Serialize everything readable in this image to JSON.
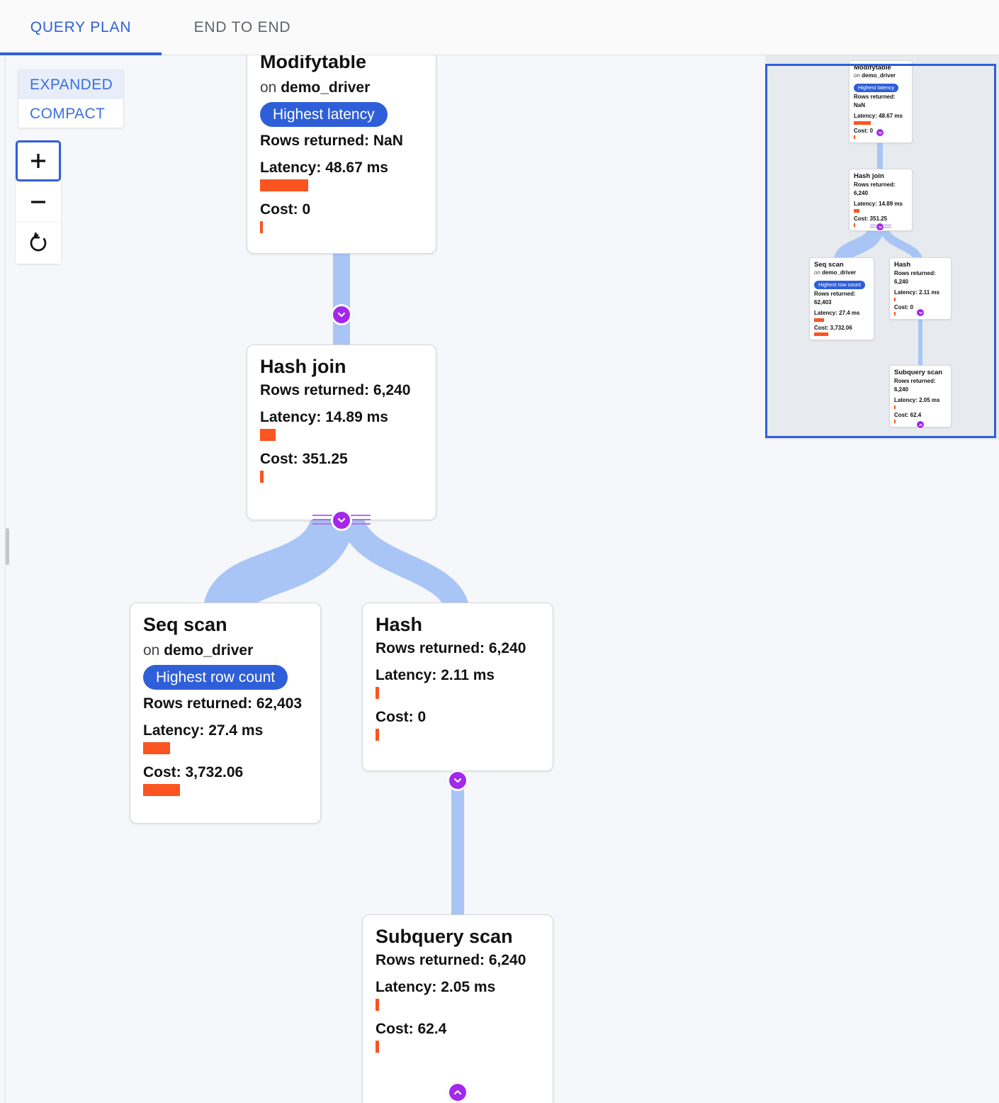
{
  "tabs": [
    {
      "label": "QUERY PLAN",
      "active": true
    },
    {
      "label": "END TO END",
      "active": false
    }
  ],
  "controls": {
    "layout_modes": [
      {
        "label": "EXPANDED",
        "selected": true
      },
      {
        "label": "COMPACT",
        "selected": false
      }
    ],
    "zoom_in_label": "+",
    "zoom_out_label": "−",
    "reset_label": "↺"
  },
  "colors": {
    "accent_blue": "#2f5fd8",
    "badge_blue": "#2f5fd8",
    "bar_orange": "#fb5420",
    "edge_blue": "#a9c5f5",
    "toggle_purple": "#a328eb",
    "canvas_bg": "#f5f7fa",
    "minimap_bg": "#e7eaee"
  },
  "graph": {
    "nodes": [
      {
        "id": "modifytable",
        "title": "Modifytable",
        "on_prefix": "on ",
        "on_target": "demo_driver",
        "badge": "Highest latency",
        "rows_label": "Rows returned: NaN",
        "latency_label": "Latency: 48.67 ms",
        "latency_bar_w": 68,
        "cost_label": "Cost: 0",
        "cost_bar_w": 4,
        "collapse_icon": "chevron-down"
      },
      {
        "id": "hash-join",
        "title": "Hash join",
        "rows_label": "Rows returned: 6,240",
        "latency_label": "Latency: 14.89 ms",
        "latency_bar_w": 22,
        "cost_label": "Cost: 351.25",
        "cost_bar_w": 5,
        "collapse_icon": "chevron-down",
        "children_count": 2
      },
      {
        "id": "seq-scan",
        "title": "Seq scan",
        "on_prefix": "on ",
        "on_target": "demo_driver",
        "badge": "Highest row count",
        "rows_label": "Rows returned: 62,403",
        "latency_label": "Latency: 27.4 ms",
        "latency_bar_w": 38,
        "cost_label": "Cost: 3,732.06",
        "cost_bar_w": 52
      },
      {
        "id": "hash",
        "title": "Hash",
        "rows_label": "Rows returned: 6,240",
        "latency_label": "Latency: 2.11 ms",
        "latency_bar_w": 5,
        "cost_label": "Cost: 0",
        "cost_bar_w": 5,
        "collapse_icon": "chevron-down"
      },
      {
        "id": "subquery-scan",
        "title": "Subquery scan",
        "rows_label": "Rows returned: 6,240",
        "latency_label": "Latency: 2.05 ms",
        "latency_bar_w": 5,
        "cost_label": "Cost: 62.4",
        "cost_bar_w": 5,
        "collapse_icon": "chevron-up"
      }
    ]
  },
  "chart_data": {
    "type": "diagram",
    "title": "Query Plan Tree",
    "nodes": [
      {
        "name": "Modifytable",
        "relation": "demo_driver",
        "rows_returned": null,
        "rows_returned_text": "NaN",
        "latency_ms": 48.67,
        "cost": 0,
        "badge": "Highest latency"
      },
      {
        "name": "Hash join",
        "relation": null,
        "rows_returned": 6240,
        "latency_ms": 14.89,
        "cost": 351.25,
        "badge": null
      },
      {
        "name": "Seq scan",
        "relation": "demo_driver",
        "rows_returned": 62403,
        "latency_ms": 27.4,
        "cost": 3732.06,
        "badge": "Highest row count"
      },
      {
        "name": "Hash",
        "relation": null,
        "rows_returned": 6240,
        "latency_ms": 2.11,
        "cost": 0,
        "badge": null
      },
      {
        "name": "Subquery scan",
        "relation": null,
        "rows_returned": 6240,
        "latency_ms": 2.05,
        "cost": 62.4,
        "badge": null
      }
    ],
    "edges": [
      {
        "from": "Modifytable",
        "to": "Hash join"
      },
      {
        "from": "Hash join",
        "to": "Seq scan"
      },
      {
        "from": "Hash join",
        "to": "Hash"
      },
      {
        "from": "Hash",
        "to": "Subquery scan"
      }
    ]
  }
}
